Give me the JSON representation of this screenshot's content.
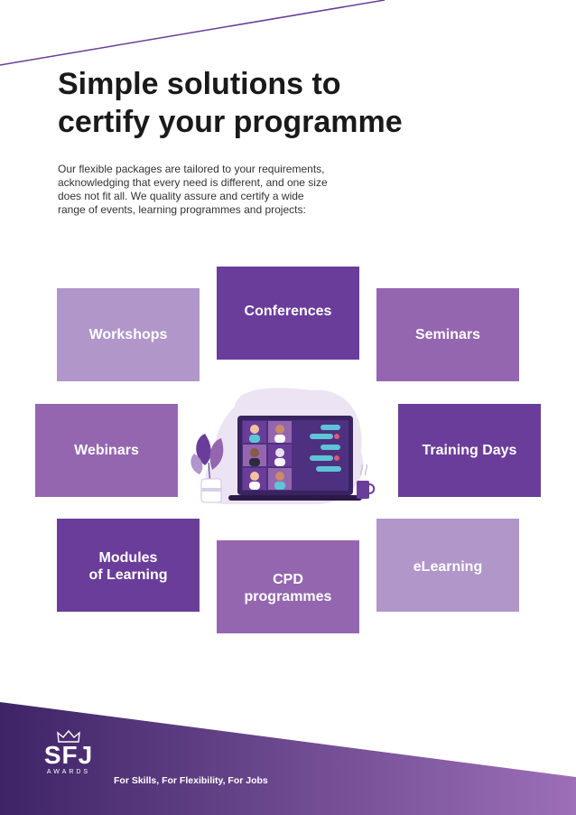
{
  "colors": {
    "dark": "#6a3d9a",
    "medium": "#9466b0",
    "light": "#b196c9",
    "text": "#1a1a1a"
  },
  "heading": {
    "line1": "Simple solutions to",
    "line2": "certify your programme"
  },
  "intro": "Our flexible packages are tailored to your requirements, acknowledging that every need is different, and one size does not fit all. We quality assure and certify a wide range of events, learning programmes and projects:",
  "tiles": [
    {
      "label": "Workshops",
      "shade": "light"
    },
    {
      "label": "Conferences",
      "shade": "dark"
    },
    {
      "label": "Seminars",
      "shade": "medium"
    },
    {
      "label": "Webinars",
      "shade": "medium"
    },
    {
      "label": "Training Days",
      "shade": "dark"
    },
    {
      "label": "Modules\nof Learning",
      "shade": "dark"
    },
    {
      "label": "CPD\nprogrammes",
      "shade": "medium"
    },
    {
      "label": "eLearning",
      "shade": "light"
    }
  ],
  "illustration": {
    "icon": "video-conference-laptop-icon"
  },
  "footer": {
    "logo_text": "SFJ",
    "logo_sub": "AWARDS",
    "tagline": "For Skills, For Flexibility, For Jobs"
  }
}
